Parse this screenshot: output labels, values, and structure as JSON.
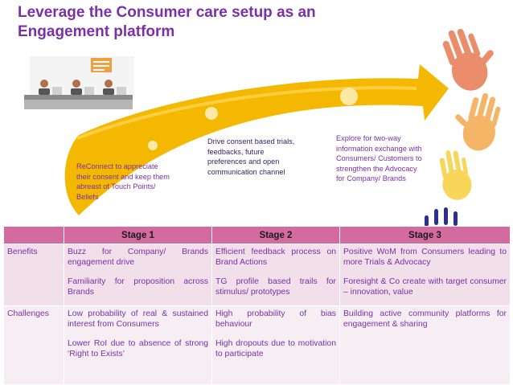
{
  "title": {
    "line1": "Leverage the Consumer care setup as an",
    "line2": "Engagement  platform"
  },
  "notes": [
    {
      "lines": [
        "ReConnect to appreciate",
        "their consent and keep them",
        "abreast of Touch Points/",
        "Beliefs"
      ]
    },
    {
      "lines": [
        "Drive consent based trials,",
        "feedbacks, future",
        "preferences and open",
        "communication channel"
      ]
    },
    {
      "lines": [
        "Explore for two-way",
        "information exchange with",
        "Consumers/ Customers to",
        "strengthen the Advocacy",
        "for Company/ Brands"
      ]
    }
  ],
  "table": {
    "headers": [
      "",
      "Stage 1",
      "Stage 2",
      "Stage 3"
    ],
    "rows": [
      {
        "label": "Benefits",
        "cells": [
          [
            "Buzz for Company/ Brands engagement drive",
            "Familiarity for proposition across Brands"
          ],
          [
            "Efficient feedback process on Brand Actions",
            "TG profile based trails for stimulus/ prototypes"
          ],
          [
            "Positive WoM from Consumers leading to more Trials & Advocacy",
            "Foresight & Co create  with target consumer – innovation, value"
          ]
        ]
      },
      {
        "label": "Challenges",
        "cells": [
          [
            "Low probability of real & sustained interest from Consumers",
            "Lower RoI  due to absence of strong ‘Right to Exists’"
          ],
          [
            "High probability of bias behaviour",
            "High dropouts due to motivation to participate"
          ],
          [
            "Building active community platforms for engagement & sharing"
          ]
        ]
      }
    ]
  },
  "colors": {
    "title": "#7b2fa8",
    "arrow": "#f5b800",
    "header_bg": "#d36aa0",
    "row1_bg": "#f1dfe9",
    "row2_bg": "#f7eef3"
  },
  "icons": [
    "call-center-illustration",
    "handprints-decoration",
    "milestone-dot-icon"
  ]
}
